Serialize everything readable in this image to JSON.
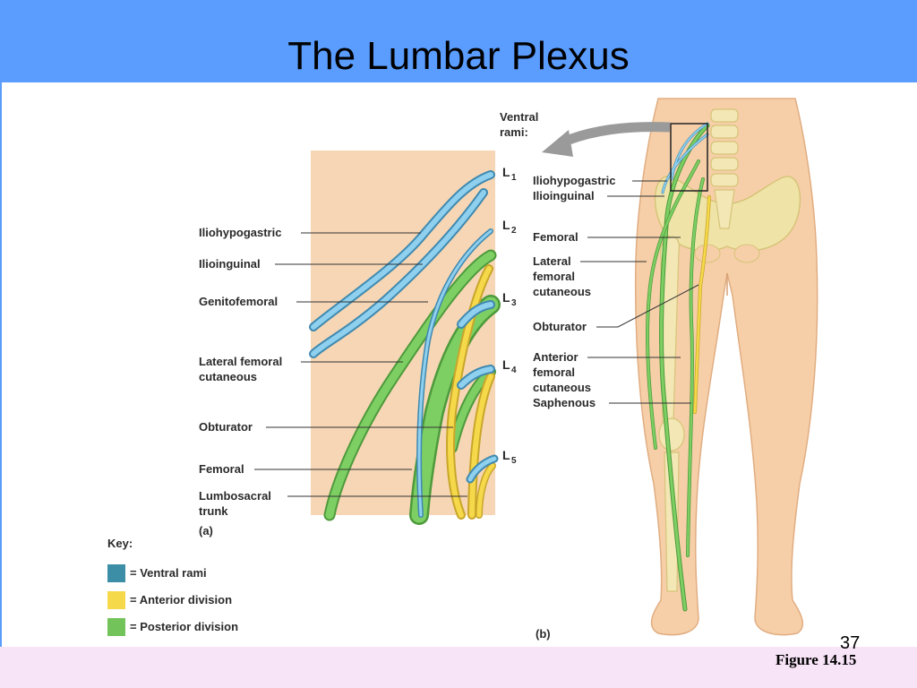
{
  "slide": {
    "title": "The Lumbar Plexus",
    "slide_number": "37",
    "figure_ref": "Figure 14.15"
  },
  "panel_a": {
    "levels": [
      {
        "letter": "L",
        "sub": "1"
      },
      {
        "letter": "L",
        "sub": "2"
      },
      {
        "letter": "L",
        "sub": "3"
      },
      {
        "letter": "L",
        "sub": "4"
      },
      {
        "letter": "L",
        "sub": "5"
      }
    ],
    "labels": [
      "Iliohypogastric",
      "Ilioinguinal",
      "Genitofemoral",
      "Lateral femoral",
      "cutaneous",
      "Obturator",
      "Femoral",
      "Lumbosacral",
      "trunk"
    ],
    "caption": "(a)"
  },
  "key": {
    "title": "Key:",
    "items": [
      {
        "label": "= Ventral rami",
        "color": "#3b8ea5"
      },
      {
        "label": "= Anterior division",
        "color": "#f5d94a"
      },
      {
        "label": "= Posterior division",
        "color": "#72c35a"
      }
    ]
  },
  "panel_b": {
    "ventral_rami": [
      "Ventral",
      "rami:"
    ],
    "labels": [
      "Iliohypogastric",
      "Ilioinguinal",
      "Femoral",
      "Lateral",
      "femoral",
      "cutaneous",
      "Obturator",
      "Anterior",
      "femoral",
      "cutaneous",
      "Saphenous"
    ],
    "caption": "(b)"
  },
  "colors": {
    "title_bar": "#5a9dff",
    "footer": "#f7e4f7",
    "skin": "#f6cfa8",
    "ventral_rami": "#7fc3e6",
    "anterior_division": "#f5d94a",
    "posterior_division": "#72c35a"
  }
}
